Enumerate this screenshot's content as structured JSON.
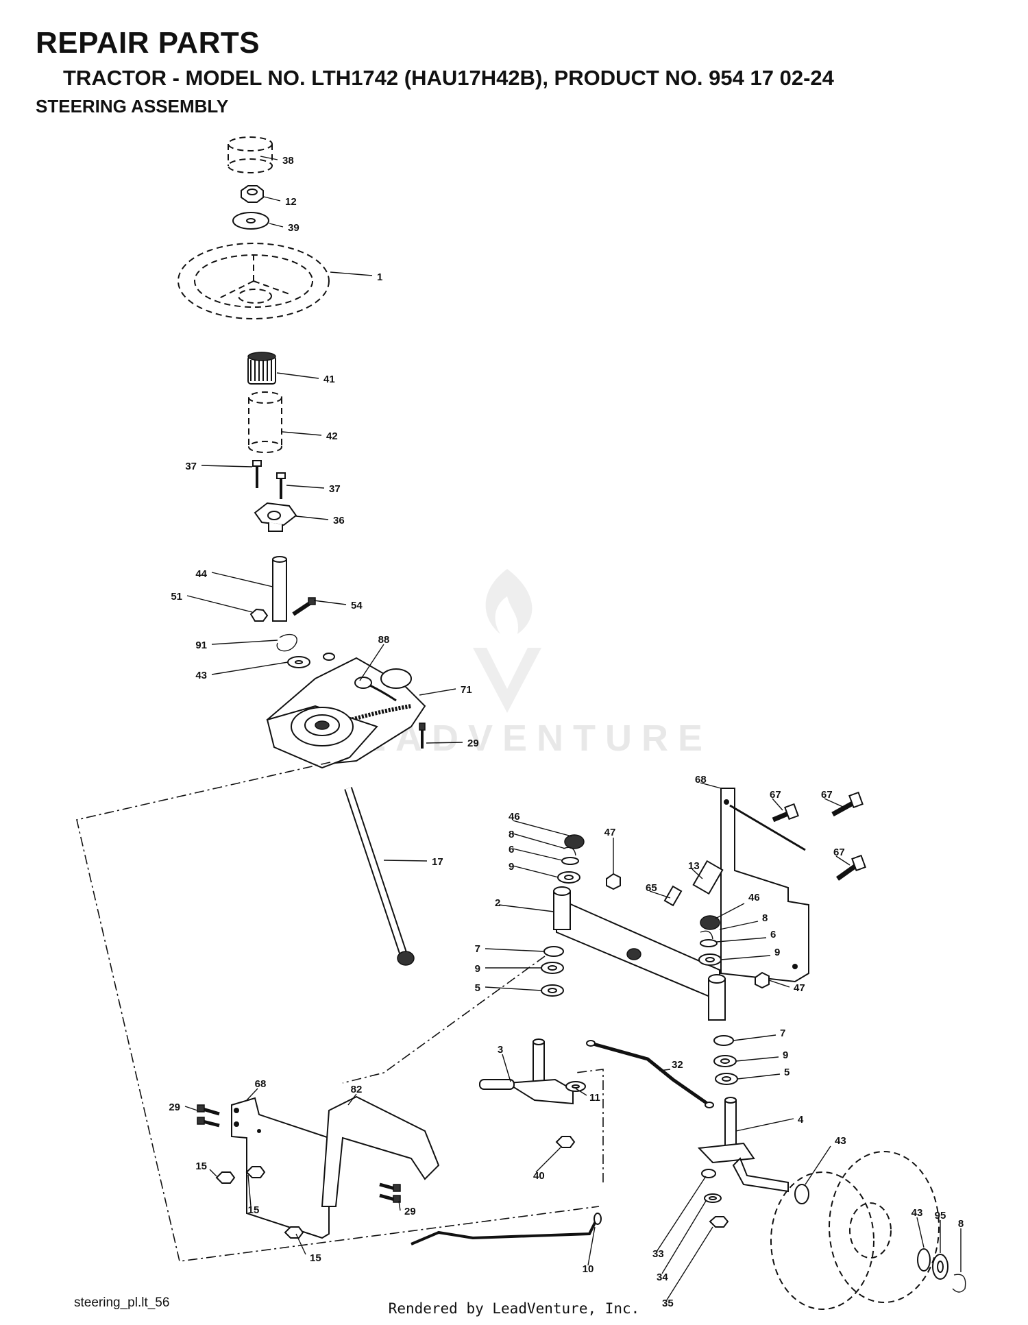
{
  "header": {
    "title": "REPAIR PARTS",
    "subtitle": "TRACTOR - MODEL NO. LTH1742 (HAU17H42B), PRODUCT NO. 954 17 02-24",
    "section": "STEERING ASSEMBLY"
  },
  "watermark": {
    "text": "LEADVENTURE",
    "icon": "flame-v-logo-icon"
  },
  "labels": [
    "38",
    "12",
    "39",
    "1",
    "41",
    "42",
    "37",
    "37",
    "36",
    "44",
    "51",
    "54",
    "91",
    "88",
    "43",
    "71",
    "29",
    "17",
    "68",
    "67",
    "67",
    "67",
    "46",
    "8",
    "6",
    "9",
    "47",
    "13",
    "65",
    "2",
    "46",
    "8",
    "6",
    "9",
    "7",
    "9",
    "5",
    "47",
    "7",
    "9",
    "5",
    "3",
    "32",
    "11",
    "68",
    "82",
    "29",
    "40",
    "4",
    "43",
    "15",
    "15",
    "29",
    "15",
    "33",
    "43",
    "95",
    "8",
    "34",
    "10",
    "35"
  ],
  "drawing_code": "steering_pl.lt_56",
  "footer": "Rendered by LeadVenture, Inc."
}
